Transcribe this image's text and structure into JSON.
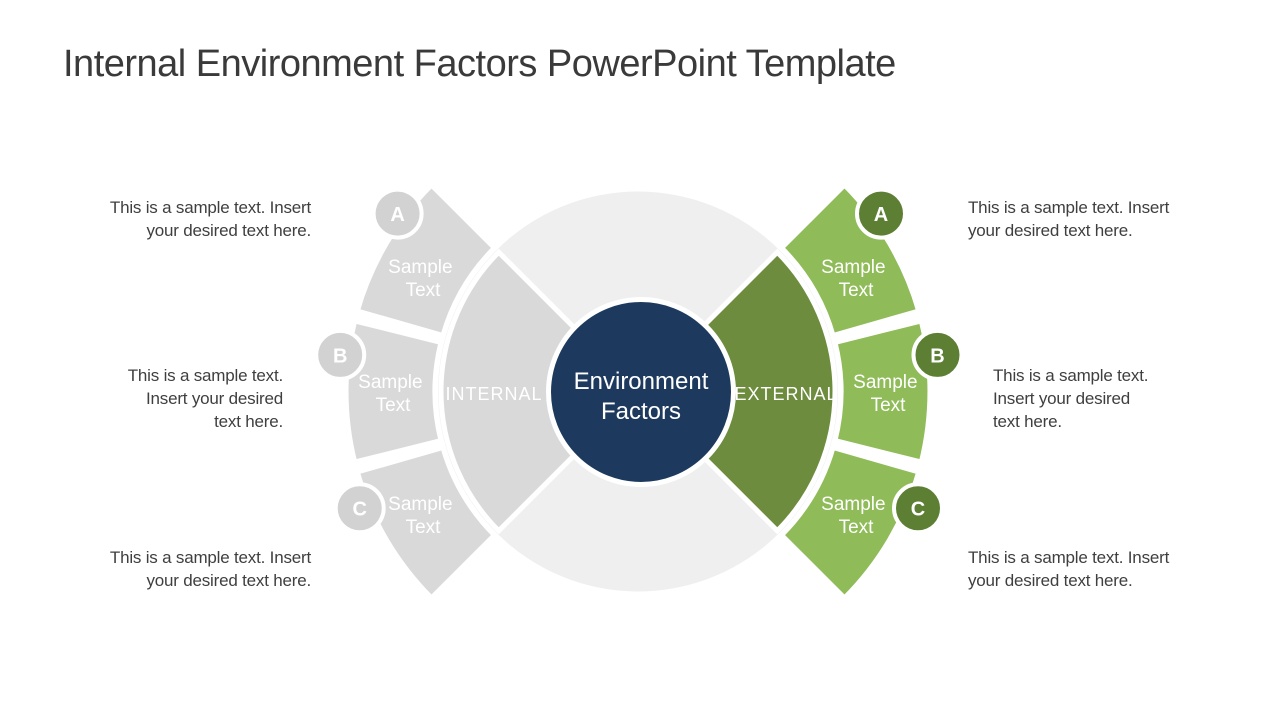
{
  "slide_title": "Internal Environment Factors PowerPoint Template",
  "diagram": {
    "center": {
      "line1": "Environment",
      "line2": "Factors"
    },
    "internal": {
      "ring_label": "INTERNAL",
      "segments": [
        {
          "badge": "A",
          "label_line1": "Sample",
          "label_line2": "Text"
        },
        {
          "badge": "B",
          "label_line1": "Sample",
          "label_line2": "Text"
        },
        {
          "badge": "C",
          "label_line1": "Sample",
          "label_line2": "Text"
        }
      ]
    },
    "external": {
      "ring_label": "EXTERNAL",
      "segments": [
        {
          "badge": "A",
          "label_line1": "Sample",
          "label_line2": "Text"
        },
        {
          "badge": "B",
          "label_line1": "Sample",
          "label_line2": "Text"
        },
        {
          "badge": "C",
          "label_line1": "Sample",
          "label_line2": "Text"
        }
      ]
    }
  },
  "annotations": {
    "left": [
      {
        "lines": [
          "This is a sample text. Insert",
          "your desired text here."
        ]
      },
      {
        "lines": [
          "This is a sample text.",
          "Insert your desired",
          "text here."
        ]
      },
      {
        "lines": [
          "This is a sample text. Insert",
          "your desired text here."
        ]
      }
    ],
    "right": [
      {
        "lines": [
          "This is a sample text. Insert",
          "your desired text here."
        ]
      },
      {
        "lines": [
          "This is a sample text.",
          "Insert your desired",
          "text here."
        ]
      },
      {
        "lines": [
          "This is a sample text. Insert",
          "your desired text here."
        ]
      }
    ]
  },
  "colors": {
    "backdrop_circle": "#efefef",
    "internal_sector_gray": "#d9d9d9",
    "internal_band_gray": "#d9d9d9",
    "internal_badge_gray": "#d2d2d2",
    "external_sector_green": "#6e8c3e",
    "external_band_green": "#8fbc58",
    "external_badge_green": "#5d7f33",
    "center_navy": "#1d3a5e"
  }
}
